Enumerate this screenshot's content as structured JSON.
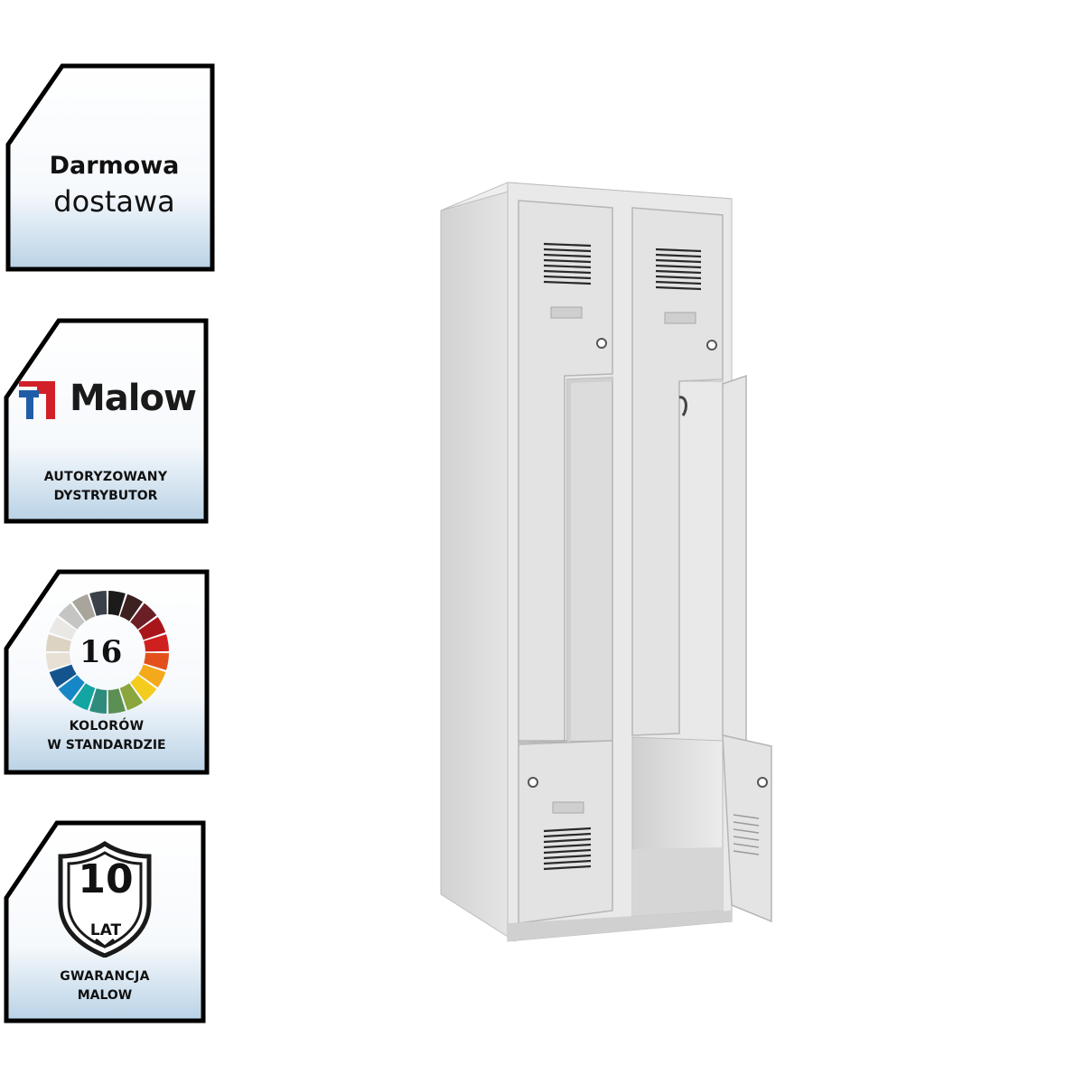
{
  "badges": {
    "delivery": {
      "line1": "Darmowa",
      "line2": "dostawa"
    },
    "distributor": {
      "brand": "Malow",
      "line1": "AUTORYZOWANY",
      "line2": "DYSTRYBUTOR"
    },
    "colors": {
      "count": "16",
      "line1": "KOLORÓW",
      "line2": "W STANDARDZIE",
      "wheel_colors": [
        "#1b1b1b",
        "#3d2020",
        "#6b1e24",
        "#a8161c",
        "#cf1f1f",
        "#e2511b",
        "#f3a91a",
        "#f4cc1c",
        "#8aa63c",
        "#5b8f53",
        "#2f8c7c",
        "#12a5a2",
        "#1687c6",
        "#13548f",
        "#e6e0d5",
        "#ddd3c2",
        "#e9e8e4",
        "#c5c5c3",
        "#a9a59c",
        "#3b4148"
      ]
    },
    "warranty": {
      "number": "10",
      "unit": "LAT",
      "line1": "GWARANCJA",
      "line2": "MALOW"
    }
  },
  "product": {
    "type": "locker-icon",
    "color": "#dcdcdc"
  }
}
